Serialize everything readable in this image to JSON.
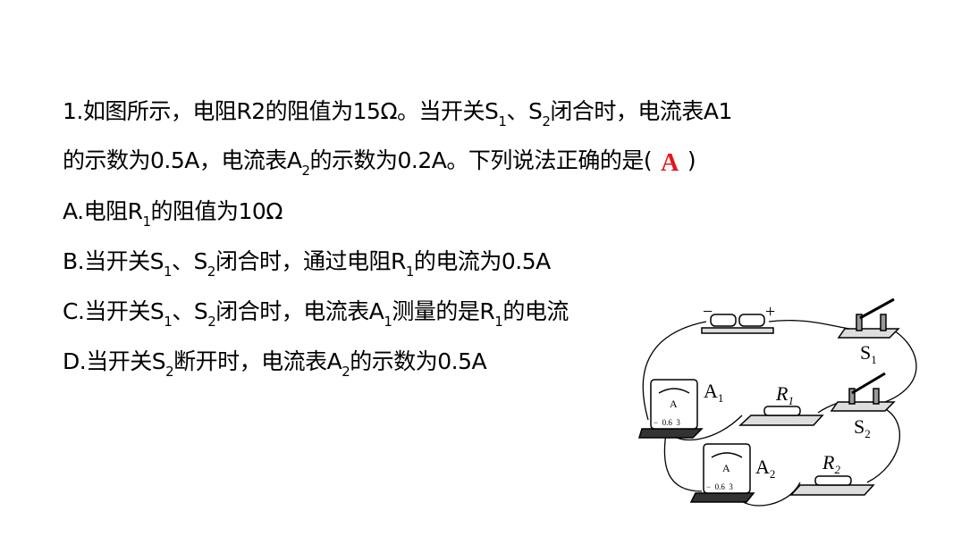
{
  "question": {
    "lines": [
      {
        "id": "stem-line-1",
        "segments": [
          {
            "text": "1.如图所示，电阻R2的阻值为15Ω。当开关S"
          },
          {
            "text": "1",
            "sub": true
          },
          {
            "text": "、S"
          },
          {
            "text": "2",
            "sub": true
          },
          {
            "text": "闭合时，电流表A1"
          }
        ]
      },
      {
        "id": "stem-line-2",
        "segments": [
          {
            "text": "的示数为0.5A，电流表A"
          },
          {
            "text": "2",
            "sub": true
          },
          {
            "text": "的示数为0.2A。下列说法正确的是("
          },
          {
            "text": "A",
            "answer": true
          },
          {
            "text": ")"
          }
        ]
      },
      {
        "id": "option-a",
        "segments": [
          {
            "text": "A.电阻R"
          },
          {
            "text": "1",
            "sub": true
          },
          {
            "text": "的阻值为10Ω"
          }
        ]
      },
      {
        "id": "option-b",
        "segments": [
          {
            "text": "B.当开关S"
          },
          {
            "text": "1",
            "sub": true
          },
          {
            "text": "、S"
          },
          {
            "text": "2",
            "sub": true
          },
          {
            "text": "闭合时，通过电阻R"
          },
          {
            "text": "1",
            "sub": true
          },
          {
            "text": "的电流为0.5A"
          }
        ]
      },
      {
        "id": "option-c",
        "segments": [
          {
            "text": "C.当开关S"
          },
          {
            "text": "1",
            "sub": true
          },
          {
            "text": "、S"
          },
          {
            "text": "2",
            "sub": true
          },
          {
            "text": "闭合时，电流表A"
          },
          {
            "text": "1",
            "sub": true
          },
          {
            "text": "测量的是R"
          },
          {
            "text": "1",
            "sub": true
          },
          {
            "text": "的电流"
          }
        ]
      },
      {
        "id": "option-d",
        "segments": [
          {
            "text": "D.当开关S"
          },
          {
            "text": "2",
            "sub": true
          },
          {
            "text": "断开时，电流表A"
          },
          {
            "text": "2",
            "sub": true
          },
          {
            "text": "的示数为0.5A"
          }
        ]
      }
    ]
  },
  "diagram": {
    "battery_minus": "−",
    "battery_plus": "+",
    "s1": "S",
    "s1_sub": "1",
    "s2": "S",
    "s2_sub": "2",
    "a1": "A",
    "a1_sub": "1",
    "a2": "A",
    "a2_sub": "2",
    "r1": "R",
    "r1_sub": "1",
    "r2": "R",
    "r2_sub": "2",
    "meter_face": "A",
    "meter_terminals": "−  0.6  3"
  },
  "colors": {
    "answer": "#e8141b"
  }
}
